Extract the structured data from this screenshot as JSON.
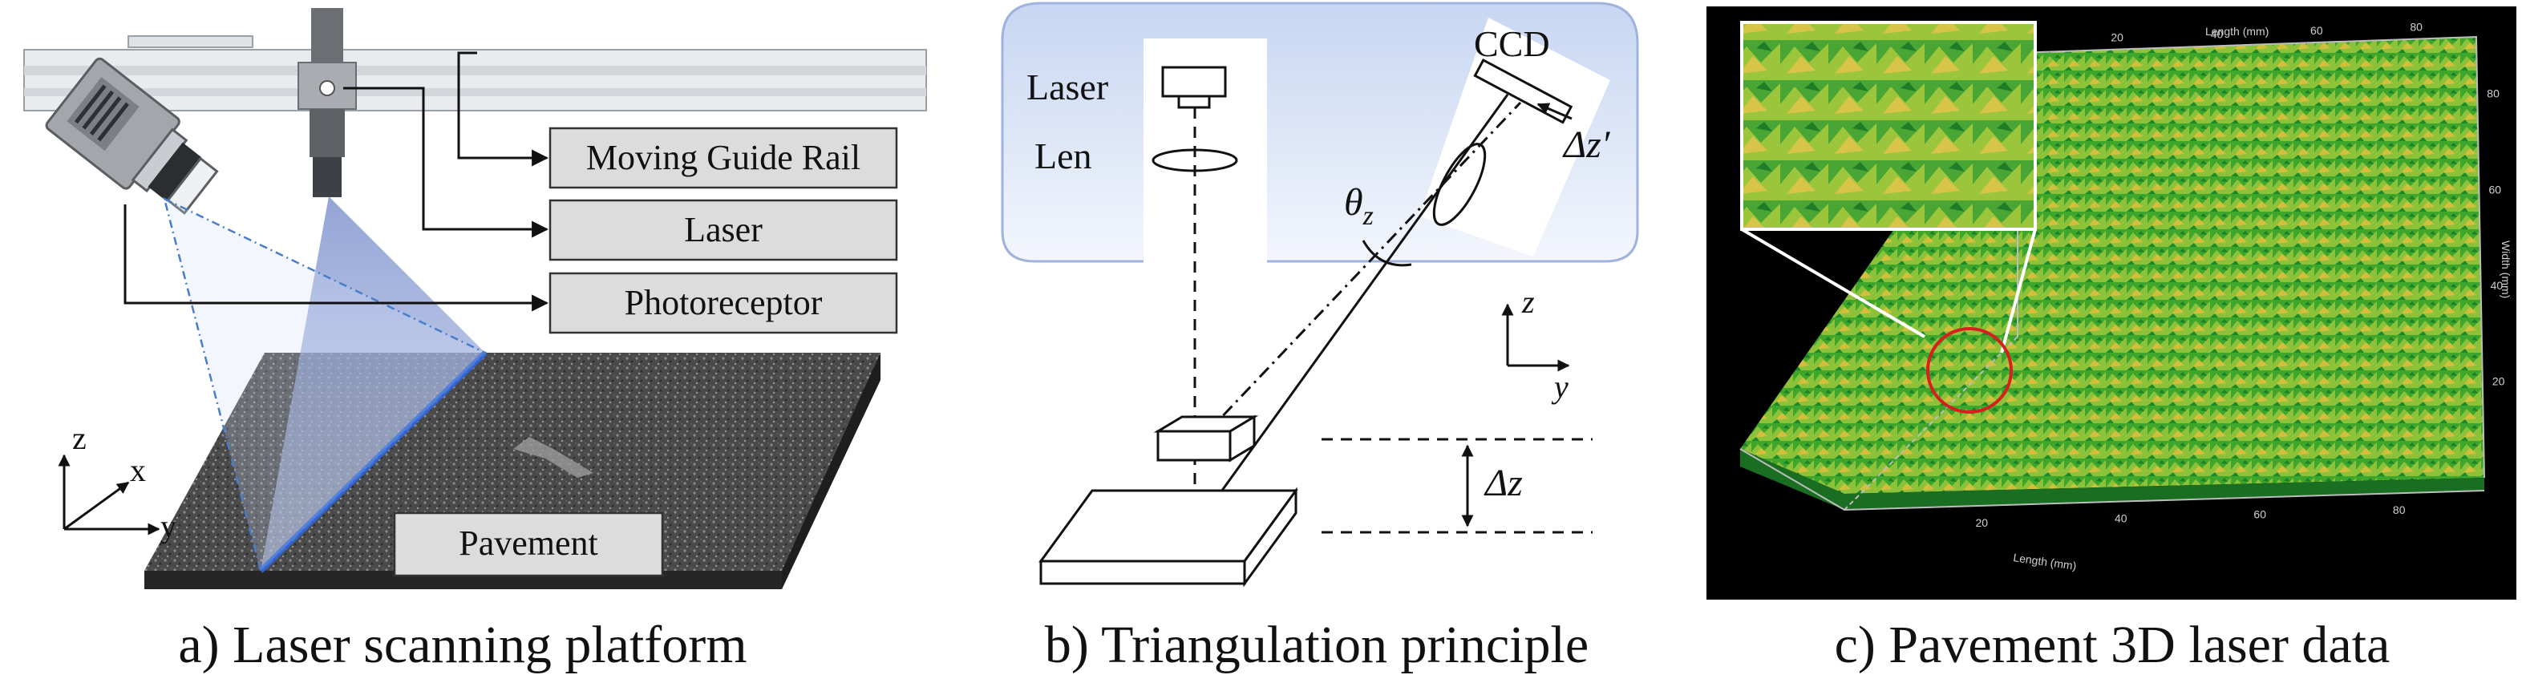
{
  "panel_a": {
    "caption": "a) Laser scanning platform",
    "labels": {
      "rail": "Moving Guide Rail",
      "laser": "Laser",
      "photoreceptor": "Photoreceptor",
      "pavement": "Pavement"
    },
    "axes": {
      "x": "x",
      "y": "y",
      "z": "z"
    }
  },
  "panel_b": {
    "caption": "b) Triangulation principle",
    "labels": {
      "laser": "Laser",
      "len": "Len",
      "ccd": "CCD",
      "theta": "θ",
      "theta_sub": "z",
      "dz_prime": "Δz′",
      "dz": "Δz"
    },
    "axes": {
      "y": "y",
      "z": "z"
    }
  },
  "panel_c": {
    "caption": "c) Pavement 3D laser data",
    "axis_titles": {
      "length": "Length (mm)",
      "width": "Width (mm)"
    },
    "top_ticks": [
      "20",
      "40",
      "60",
      "80"
    ],
    "bottom_ticks": [
      "20",
      "40",
      "60",
      "80"
    ],
    "side_ticks": [
      "20",
      "40",
      "60",
      "80"
    ],
    "colors": {
      "low": "#1a9e2a",
      "mid": "#7fbf2a",
      "high": "#d7c23a",
      "highlight": "#d61f1f"
    }
  }
}
